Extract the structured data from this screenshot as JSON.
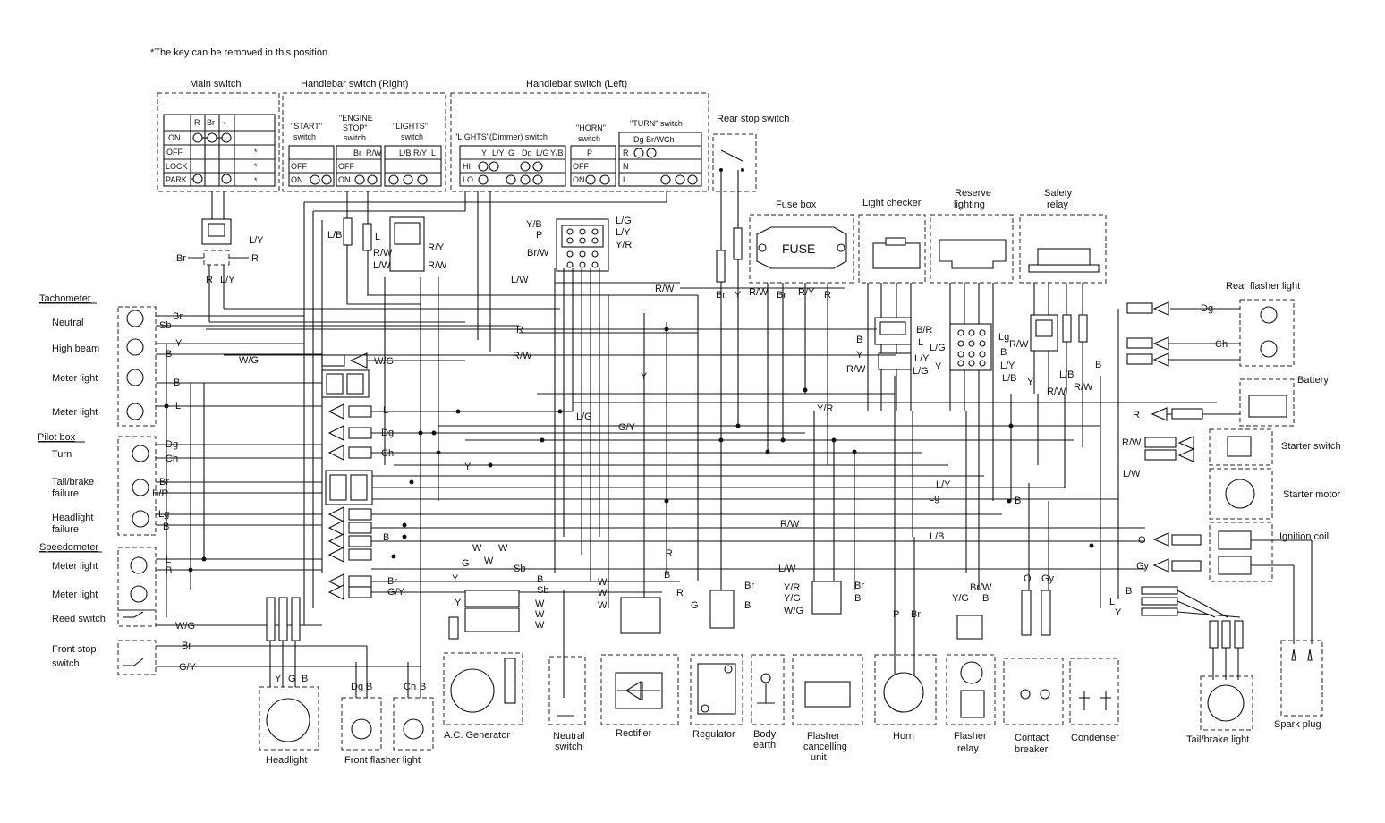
{
  "note": "*The key can be removed in this position.",
  "groups": {
    "main_switch": "Main switch",
    "handlebar_right": "Handlebar switch (Right)",
    "handlebar_left": "Handlebar switch (Left)",
    "rear_stop_switch": "Rear stop switch",
    "fuse_box": "Fuse box",
    "fuse": "FUSE",
    "light_checker": "Light checker",
    "reserve_lighting": [
      "Reserve",
      "lighting"
    ],
    "safety_relay": [
      "Safety",
      "relay"
    ]
  },
  "main_switch_table": {
    "cols": [
      "R",
      "Br",
      "⌁"
    ],
    "rows": [
      "ON",
      "OFF",
      "LOCK",
      "PARK"
    ],
    "star": "*"
  },
  "right_switches": {
    "start": [
      "\"START\"",
      "switch"
    ],
    "engine_stop": [
      "\"ENGINE",
      "STOP\"",
      "switch"
    ],
    "lights": [
      "\"LIGHTS\"",
      "switch"
    ],
    "start_rows": [
      "OFF",
      "ON"
    ],
    "engine_cols": [
      "Br",
      "R/W"
    ],
    "lights_cols": [
      "L/B",
      "R/Y",
      "L"
    ]
  },
  "left_switches": {
    "dimmer": "\"LIGHTS\"(Dimmer) switch",
    "horn": [
      "\"HORN\"",
      "switch"
    ],
    "turn": "\"TURN\" switch",
    "dimmer_cols": [
      "Y",
      "L/Y",
      "G",
      "Dg",
      "L/G",
      "Y/B"
    ],
    "dimmer_rows": [
      "HI",
      "LO"
    ],
    "horn_cols": [
      "P"
    ],
    "horn_rows": [
      "OFF",
      "ON"
    ],
    "turn_cols": [
      "Dg",
      "Br/W",
      "Ch"
    ],
    "turn_rows": [
      "R",
      "N",
      "L"
    ]
  },
  "left_panel": {
    "tachometer": "Tachometer",
    "neutral": "Neutral",
    "high_beam": "High beam",
    "meter_light": "Meter light",
    "pilot_box": "Pilot box",
    "turn": "Turn",
    "tail_failure": [
      "Tail/brake",
      "failure"
    ],
    "head_failure": [
      "Headlight",
      "failure"
    ],
    "speedometer": "Speedometer",
    "reed_switch": "Reed switch",
    "front_stop": [
      "Front stop",
      "switch"
    ]
  },
  "right_panel": {
    "rear_flasher": "Rear flasher light",
    "battery": "Battery",
    "starter_switch": "Starter switch",
    "starter_motor": "Starter motor",
    "ignition_coil": "Ignition coil",
    "spark_plug": "Spark plug",
    "tail_light": "Tail/brake light"
  },
  "bottom_components": {
    "headlight": "Headlight",
    "front_flasher": "Front flasher light",
    "ac_generator": "A.C. Generator",
    "neutral_switch": [
      "Neutral",
      "switch"
    ],
    "rectifier": "Rectifier",
    "regulator": "Regulator",
    "body_earth": [
      "Body",
      "earth"
    ],
    "flasher_cancel": [
      "Flasher",
      "cancelling",
      "unit"
    ],
    "horn": "Horn",
    "flasher_relay": [
      "Flasher",
      "relay"
    ],
    "contact_breaker": [
      "Contact",
      "breaker"
    ],
    "condenser": "Condenser"
  },
  "wire_labels": {
    "main": [
      "L/Y",
      "Br",
      "R",
      "R",
      "L/Y"
    ],
    "rightsw": [
      "L/B",
      "L",
      "R/Y",
      "R/W",
      "L/W",
      "R/W"
    ],
    "leftsw": [
      "Y/B",
      "P",
      "Br/W",
      "L/G",
      "L/Y",
      "Y/R"
    ],
    "rearstop": [
      "Br",
      "Y"
    ],
    "fuse": [
      "R/W",
      "Br",
      "R/Y",
      "R"
    ],
    "checker": [
      "B/R",
      "B",
      "L",
      "Y",
      "L/Y",
      "R/W",
      "L/G"
    ],
    "reserve": [
      "Lg",
      "L/G",
      "B",
      "Y",
      "L/Y",
      "L/B",
      "R/W"
    ],
    "relay": [
      "L/B",
      "Y",
      "R/W",
      "R/W"
    ],
    "left_meter": [
      "Br",
      "Sb",
      "Y",
      "B",
      "B",
      "L",
      "Dg",
      "Ch",
      "Br",
      "B/R",
      "Lg",
      "B",
      "L",
      "B",
      "W/G",
      "Br",
      "G/Y"
    ],
    "bus": [
      "W/G",
      "W/G",
      "L",
      "Dg",
      "Ch",
      "Y",
      "L/W",
      "R/W",
      "R",
      "R/W",
      "L/G",
      "G/Y",
      "Y",
      "Y/R",
      "L/Y",
      "Lg",
      "R/W",
      "L/B",
      "L/W",
      "B",
      "Br",
      "G/Y",
      "B"
    ],
    "right_side": [
      "Dg",
      "Ch",
      "R",
      "R/W",
      "L/W",
      "O",
      "Gy",
      "B",
      "L",
      "Y",
      "B"
    ],
    "gen": [
      "Y",
      "G",
      "W",
      "W",
      "W",
      "Sb",
      "B",
      "Sb",
      "Y",
      "W",
      "W",
      "W"
    ],
    "rect": [
      "W",
      "W",
      "W",
      "B",
      "R",
      "R"
    ],
    "reg": [
      "G",
      "Br",
      "B"
    ],
    "fcu": [
      "Y/R",
      "Y/G",
      "W/G",
      "Br",
      "B"
    ],
    "horn": [
      "P",
      "Br"
    ],
    "frelay": [
      "Y/G",
      "Br/W",
      "B"
    ],
    "cb": [
      "O",
      "Gy"
    ],
    "headlight": [
      "Y",
      "G",
      "B"
    ],
    "front_fl": [
      "Dg",
      "B",
      "Ch",
      "B"
    ]
  }
}
